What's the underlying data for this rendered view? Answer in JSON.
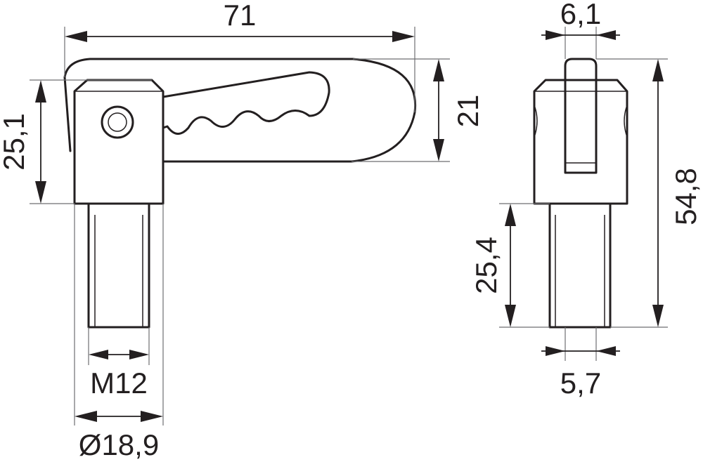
{
  "drawing": {
    "colors": {
      "line": "#231f20",
      "extension": "#6d6e71",
      "background": "#ffffff"
    },
    "side_view": {
      "overall_length": "71",
      "head_height": "25,1",
      "lever_height": "21",
      "thread": "M12",
      "diameter": "Ø18,9"
    },
    "front_view": {
      "lever_width": "6,1",
      "overall_height": "54,8",
      "stud_length": "25,4",
      "stud_width": "5,7"
    }
  }
}
